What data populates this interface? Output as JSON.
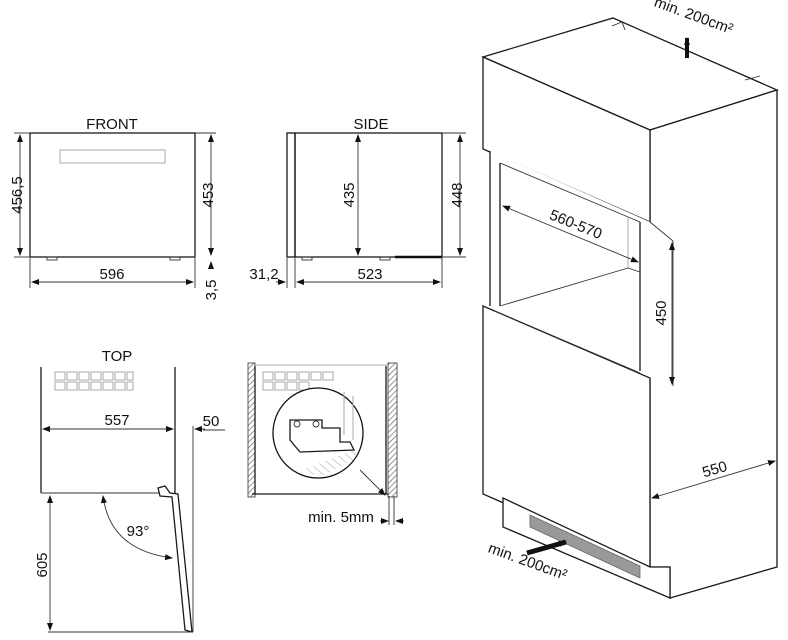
{
  "views": {
    "front": {
      "title": "FRONT",
      "height_total": "456,5",
      "height_body": "453",
      "width": "596",
      "foot_gap": "3,5"
    },
    "side": {
      "title": "SIDE",
      "inner_height": "435",
      "height": "448",
      "front_offset": "31,2",
      "depth": "523"
    },
    "top": {
      "title": "TOP",
      "width": "557",
      "door_thickness": "50",
      "door_clearance": "605",
      "door_angle": "93°"
    },
    "detail": {
      "gap_label": "min. 5mm"
    },
    "installation": {
      "vent_top": "min. 200cm²",
      "vent_bottom": "min. 200cm²",
      "niche_width": "560-570",
      "niche_height": "450",
      "cabinet_depth": "550"
    }
  },
  "colors": {
    "line": "#1a1a1a",
    "background": "#ffffff",
    "vent": "#999999"
  }
}
